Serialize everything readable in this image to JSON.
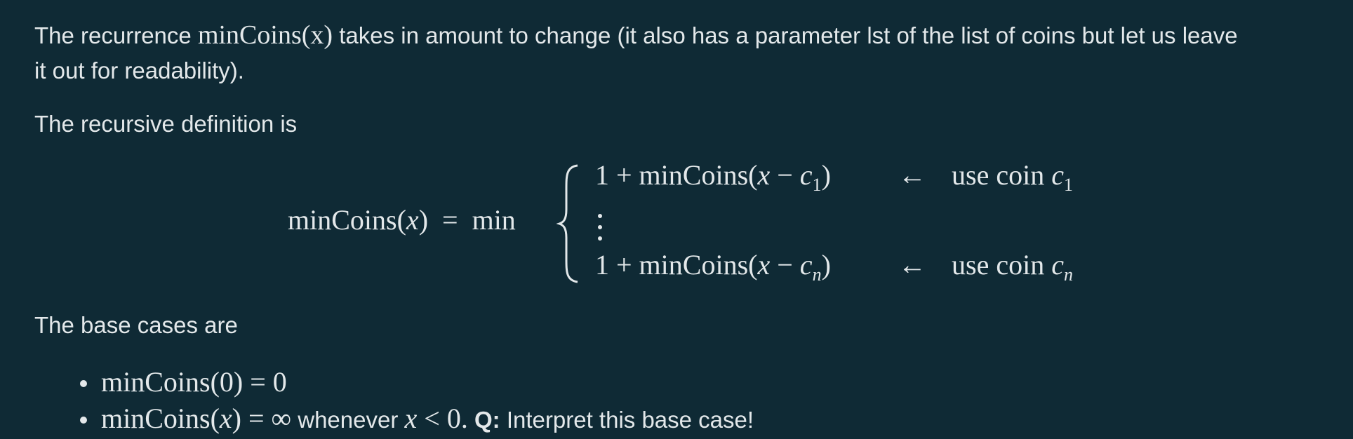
{
  "paragraphs": {
    "p1_before": "The recurrence ",
    "p1_math": "minCoins(x)",
    "p1_after": " takes in amount to change (it also has a parameter lst of the list of coins but let us leave",
    "p1_line2": "it out for readability).",
    "p2": "The recursive definition is",
    "p3": "The base cases are"
  },
  "equation": {
    "lhs_fn": "minCoins",
    "lhs_var": "x",
    "equals": "=",
    "min_op": "min",
    "row1": {
      "prefix": "1 + minCoins(",
      "var": "x",
      "minus": " − ",
      "coin": "c",
      "sub": "1",
      "close": ")"
    },
    "row2": {
      "prefix": "1 + minCoins(",
      "var": "x",
      "minus": " − ",
      "coin": "c",
      "sub": "n",
      "close": ")"
    },
    "arrow": "←",
    "label_text": "use coin ",
    "label1_coin": "c",
    "label1_sub": "1",
    "label2_coin": "c",
    "label2_sub": "n"
  },
  "base_cases": {
    "item1_math": "minCoins(0) = 0",
    "item2_fn": "minCoins(",
    "item2_var": "x",
    "item2_rest": ") = ∞",
    "item2_text": " whenever ",
    "item2_cond_var": "x",
    "item2_cond": " < 0.",
    "item2_q": "Q:",
    "item2_prompt": " Interpret this base case!"
  }
}
